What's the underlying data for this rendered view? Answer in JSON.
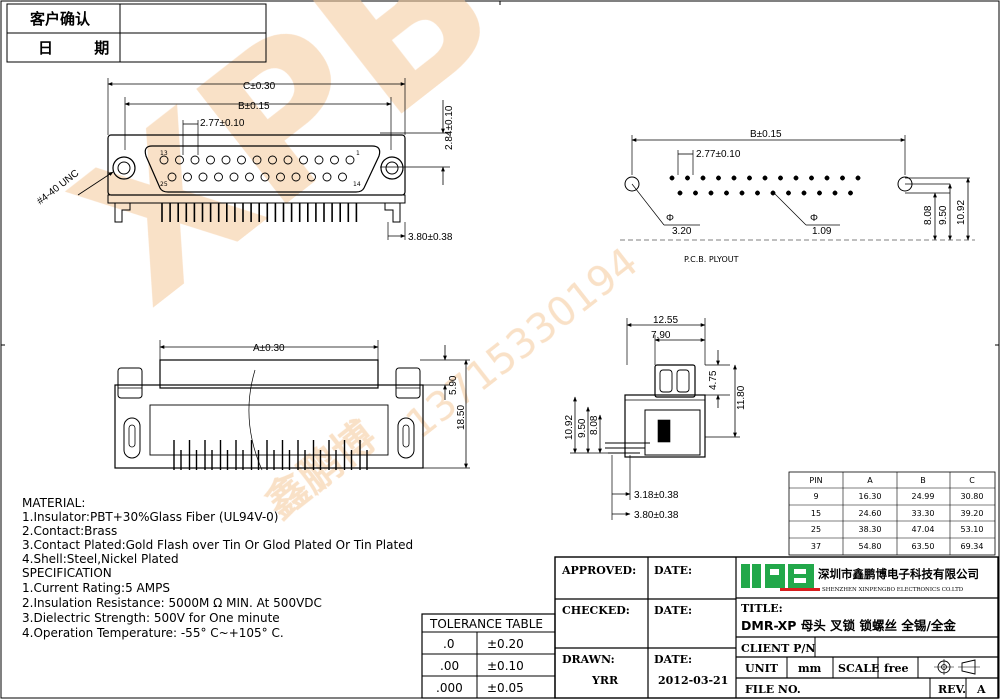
{
  "confirm_box": {
    "customer_confirm": "客户确认",
    "date": "日 期"
  },
  "front_view": {
    "dim_c": "C±0.30",
    "dim_b": "B±0.15",
    "dim_pitch": "2.77±0.10",
    "dim_height": "2.84±0.10",
    "dim_offset": "3.80±0.38",
    "thread": "#4-40 UNC",
    "pin_13": "13",
    "pin_1": "1",
    "pin_25": "25",
    "pin_14": "14"
  },
  "pcb_layout": {
    "dim_b": "B±0.15",
    "dim_pitch": "2.77±0.10",
    "hole_large": "3.20",
    "hole_small": "1.09",
    "dim_808": "8.08",
    "dim_950": "9.50",
    "dim_1092": "10.92",
    "caption": "P.C.B. PLYOUT"
  },
  "top_view": {
    "dim_a": "A±0.30",
    "dim_590": "5.90",
    "dim_1850": "18.50"
  },
  "side_view": {
    "dim_1255": "12.55",
    "dim_790": "7.90",
    "dim_475": "4.75",
    "dim_1180": "11.80",
    "dim_1092": "10.92",
    "dim_950": "9.50",
    "dim_808": "8.08",
    "dim_318": "3.18±0.38",
    "dim_380": "3.80±0.38"
  },
  "watermark": {
    "logo": "XPB",
    "company": "鑫鹏博",
    "phone": "13715330194"
  },
  "pin_table": {
    "headers": [
      "PIN",
      "A",
      "B",
      "C"
    ],
    "rows": [
      [
        "9",
        "16.30",
        "24.99",
        "30.80"
      ],
      [
        "15",
        "24.60",
        "33.30",
        "39.20"
      ],
      [
        "25",
        "38.30",
        "47.04",
        "53.10"
      ],
      [
        "37",
        "54.80",
        "63.50",
        "69.34"
      ]
    ]
  },
  "material": {
    "title": "MATERIAL:",
    "lines": [
      "1.Insulator:PBT+30%Glass Fiber (UL94V-0)",
      "2.Contact:Brass",
      "3.Contact Plated:Gold Flash over Tin Or Glod Plated Or Tin Plated",
      "4.Shell:Steel,Nickel Plated"
    ]
  },
  "specification": {
    "title": "SPECIFICATION",
    "lines": [
      "1.Current Rating:5 AMPS",
      "2.Insulation Resistance: 5000M Ω MIN. At 500VDC",
      "3.Dielectric Strength: 500V for One minute",
      "4.Operation Temperature: -55° C~+105° C."
    ]
  },
  "tolerance_table": {
    "title": "TOLERANCE TABLE",
    "rows": [
      [
        ".0",
        "±0.20"
      ],
      [
        ".00",
        "±0.10"
      ],
      [
        ".000",
        "±0.05"
      ]
    ]
  },
  "title_block": {
    "approved": "APPROVED:",
    "checked": "CHECKED:",
    "drawn": "DRAWN:",
    "drawn_by": "YRR",
    "date_label": "DATE:",
    "date_value": "2012-03-21",
    "company_cn": "深圳市鑫鹏博电子科技有限公司",
    "company_en": "SHENZHEN XINPENGBO ELECTRONICS CO.LTD",
    "title_label": "TITLE:",
    "title_value": "DMR-XP 母头 叉锁 锁螺丝 全锡/全金",
    "client_pn": "CLIENT P/N",
    "unit_label": "UNIT",
    "unit_value": "mm",
    "scale_label": "SCALE",
    "scale_value": "free",
    "file_no": "FILE NO.",
    "rev_label": "REV.",
    "rev_value": "A"
  },
  "colors": {
    "line": "#000000",
    "watermark": "#f5c89a",
    "logo_green": "#22a84a",
    "logo_red": "#d81e1e"
  }
}
